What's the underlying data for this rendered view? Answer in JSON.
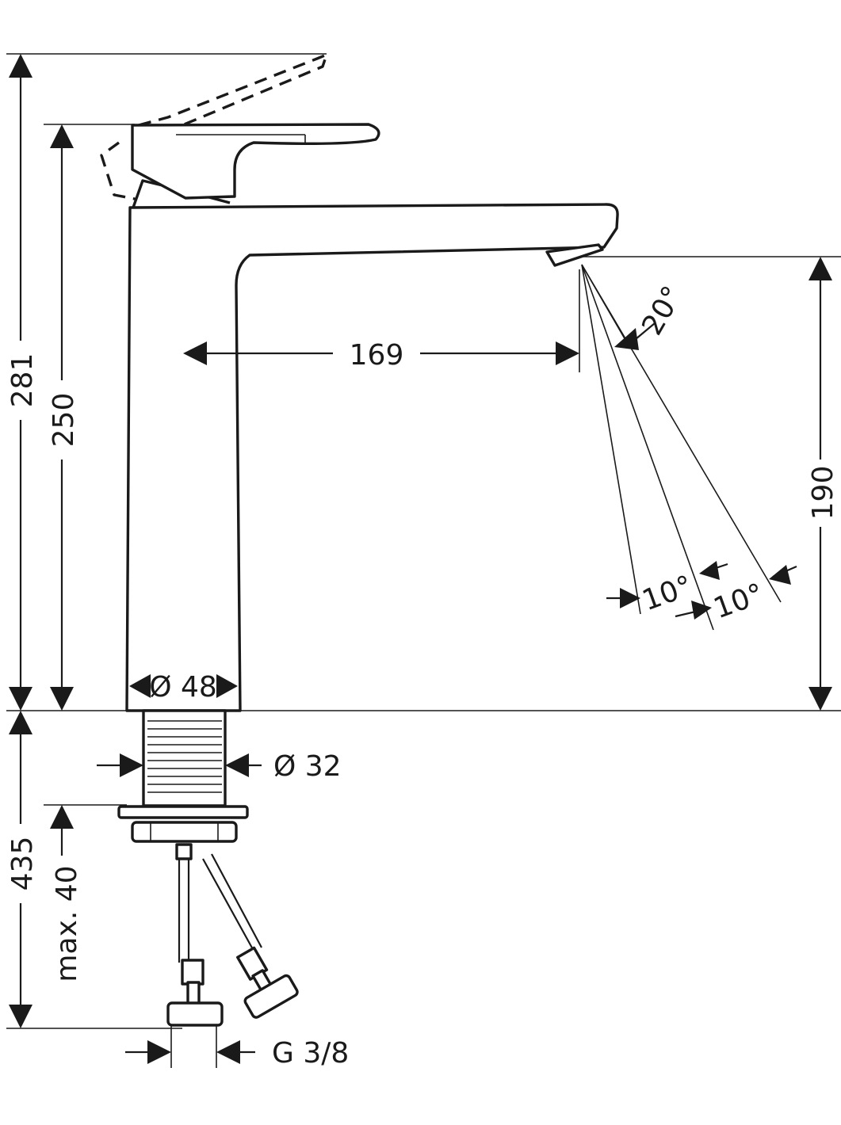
{
  "drawing": {
    "dimensions": {
      "total_height": "281",
      "body_height": "250",
      "spout_reach": "169",
      "spout_height": "190",
      "jet_angle": "20°",
      "jet_angle_left": "10°",
      "jet_angle_right": "10°",
      "body_diameter": "Ø 48",
      "shank_diameter": "Ø 32",
      "below_deck": "435",
      "max_deck_thickness": "max. 40",
      "connection_thread": "G 3/8"
    }
  }
}
